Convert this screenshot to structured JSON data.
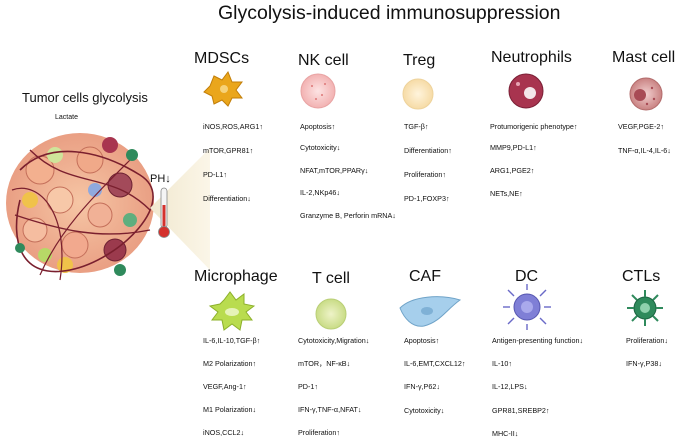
{
  "title": "Glycolysis-induced immunosuppression",
  "tumor": {
    "title": "Tumor cells glycolysis",
    "lactate": "Lactate",
    "ph": "PH↓"
  },
  "cells": [
    {
      "id": "mdscs",
      "name": "MDSCs",
      "color": "#e8a21e",
      "features": [
        "iNOS,ROS,ARG1↑",
        "mTOR,GPR81↑",
        "PD-L1↑",
        "Differentiation↓"
      ]
    },
    {
      "id": "nk",
      "name": "NK cell",
      "color": "#f4c3c3",
      "features": [
        "Apoptosis↑",
        "Cytotoxicity↓",
        "NFAT,mTOR,PPARγ↓",
        "IL-2,NKp46↓",
        "Granzyme B, Perforin mRNA↓"
      ]
    },
    {
      "id": "treg",
      "name": "Treg",
      "color": "#fbe7c0",
      "features": [
        "TGF-β↑",
        "Differentiation↑",
        "Proliferation↑",
        "PD-1,FOXP3↑"
      ]
    },
    {
      "id": "neutrophils",
      "name": "Neutrophils",
      "color": "#a8344f",
      "features": [
        "Protumorigenic phenotype↑",
        "MMP9,PD-L1↑",
        "ARG1,PGE2↑",
        "NETs,NE↑"
      ]
    },
    {
      "id": "mast",
      "name": "Mast cell",
      "color": "#d89a9a",
      "features": [
        "VEGF,PGE-2↑",
        "TNF-α,IL-4,IL-6↓"
      ]
    },
    {
      "id": "macrophage",
      "name": "Microphage",
      "color": "#b9dc4f",
      "features": [
        "IL-6,IL-10,TGF-β↑",
        "M2 Polarization↑",
        "VEGF,Ang-1↑",
        "M1 Polarization↓",
        "iNOS,CCL2↓"
      ]
    },
    {
      "id": "tcell",
      "name": "T cell",
      "color": "#d6e5a6",
      "features": [
        "Cytotoxicity,Migration↓",
        "mTOR，NF-κB↓",
        "PD-1↑",
        "IFN-γ,TNF-α,NFAT↓",
        "Proliferation↑"
      ]
    },
    {
      "id": "caf",
      "name": "CAF",
      "color": "#9fc8e6",
      "features": [
        "Apoptosis↑",
        "IL-6,EMT,CXCL12↑",
        "IFN-γ,P62↓",
        "Cytotoxicity↓"
      ]
    },
    {
      "id": "dc",
      "name": "DC",
      "color": "#7f7fd6",
      "features": [
        "Antigen-presenting function↓",
        "IL-10↑",
        "IL-12,LPS↓",
        "GPR81,SREBP2↑",
        "MHC-II↓"
      ]
    },
    {
      "id": "ctls",
      "name": "CTLs",
      "color": "#2f8a5c",
      "features": [
        "Proliferation↓",
        "IFN-γ,P38↓"
      ]
    }
  ]
}
